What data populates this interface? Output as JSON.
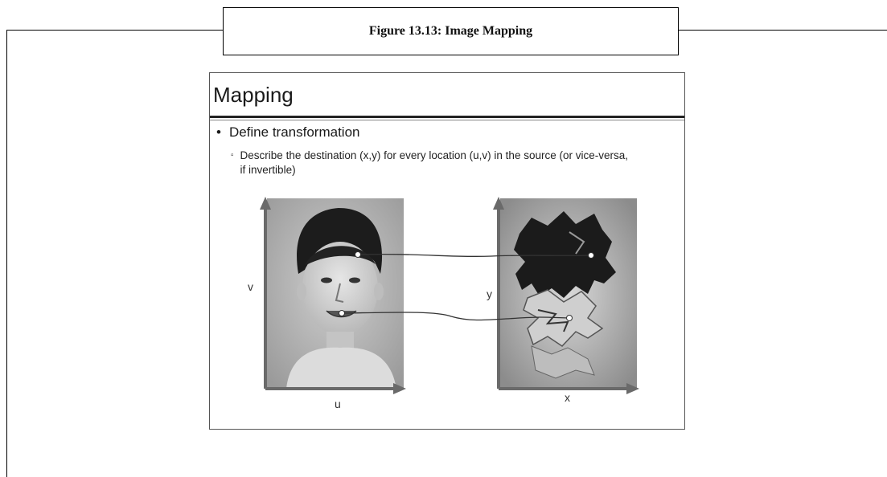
{
  "figure": {
    "caption": "Figure 13.13: Image Mapping"
  },
  "slide": {
    "title": "Mapping",
    "bullet_marker": "•",
    "bullet": "Define transformation",
    "sub_bullet_marker": "▫",
    "sub_bullet": "Describe the destination (x,y) for every location (u,v) in the source (or vice-versa, if invertible)",
    "source_axes": {
      "vertical": "v",
      "horizontal": "u"
    },
    "dest_axes": {
      "vertical": "y",
      "horizontal": "x"
    }
  }
}
